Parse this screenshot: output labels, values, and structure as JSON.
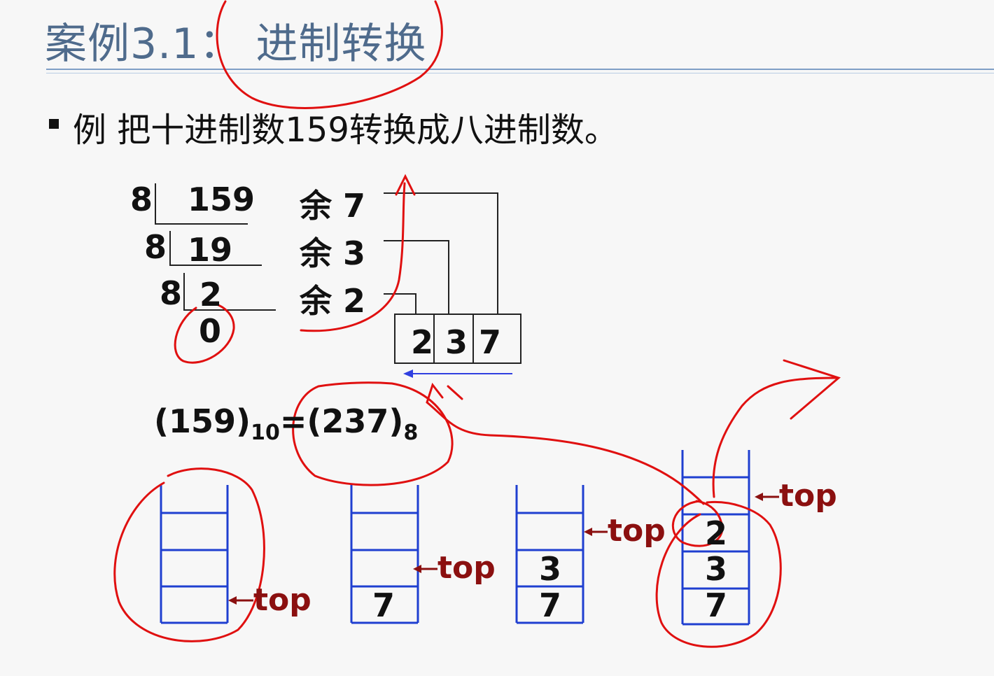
{
  "slide": {
    "title": "案例3.1： 进制转换",
    "bullet": "例  把十进制数159转换成八进制数。"
  },
  "division": {
    "divisor": "8",
    "dividends": [
      "159",
      "19",
      "2"
    ],
    "final_quotient": "0",
    "remainder_prefix": "余",
    "remainders": [
      "7",
      "3",
      "2"
    ]
  },
  "result_box": {
    "digits": [
      "2",
      "3",
      "7"
    ]
  },
  "equation": {
    "left_value": "(159)",
    "left_base": "10",
    "equals": "=",
    "right_value": "(237)",
    "right_base": "8"
  },
  "stacks": [
    {
      "cells": [
        "",
        "",
        ""
      ],
      "top_label": "top"
    },
    {
      "cells": [
        "",
        "",
        "7"
      ],
      "top_label": "top"
    },
    {
      "cells": [
        "",
        "3",
        "7"
      ],
      "top_label": "top"
    },
    {
      "cells": [
        "",
        "2",
        "3",
        "7"
      ],
      "top_label": "top"
    }
  ],
  "colors": {
    "title": "#4f6b8c",
    "stack_blue": "#1f3fd0",
    "top_label": "#8b1010",
    "annotation_red": "#e01010",
    "arrow_blue": "#3040e0"
  }
}
